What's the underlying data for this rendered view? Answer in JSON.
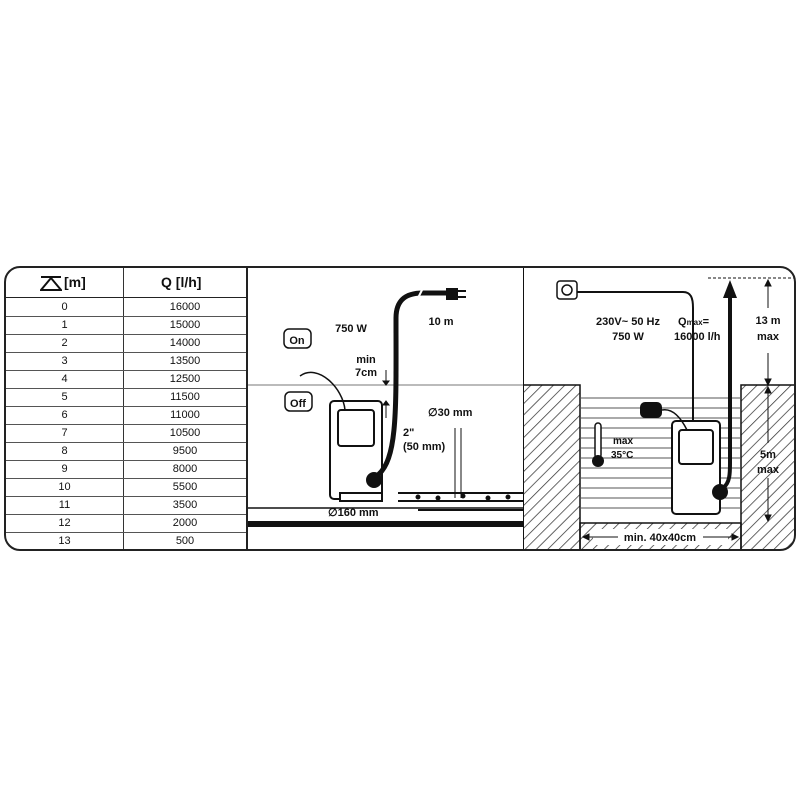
{
  "table": {
    "header_head_icon": "head-height-triangle-icon",
    "header_head_unit": "[m]",
    "header_flow": "Q [l/h]",
    "rows": [
      {
        "head": "0",
        "flow": "16000"
      },
      {
        "head": "1",
        "flow": "15000"
      },
      {
        "head": "2",
        "flow": "14000"
      },
      {
        "head": "3",
        "flow": "13500"
      },
      {
        "head": "4",
        "flow": "12500"
      },
      {
        "head": "5",
        "flow": "11500"
      },
      {
        "head": "6",
        "flow": "11000"
      },
      {
        "head": "7",
        "flow": "10500"
      },
      {
        "head": "8",
        "flow": "9500"
      },
      {
        "head": "9",
        "flow": "8000"
      },
      {
        "head": "10",
        "flow": "5500"
      },
      {
        "head": "11",
        "flow": "3500"
      },
      {
        "head": "12",
        "flow": "2000"
      },
      {
        "head": "13",
        "flow": "500"
      }
    ]
  },
  "install_diagram": {
    "power": "750 W",
    "cable": "10 m",
    "on_label": "On",
    "off_label": "Off",
    "min_level_1": "min",
    "min_level_2": "7cm",
    "hose_1": "2\"",
    "hose_2": "(50 mm)",
    "particle": "∅30 mm",
    "diameter": "∅160 mm",
    "icons": [
      "float-switch-icon",
      "plug-icon",
      "pump-icon",
      "gravel-icon"
    ]
  },
  "pit_diagram": {
    "voltage": "230V~ 50 Hz",
    "power": "750 W",
    "qmax_q": "Q",
    "qmax_sub": "max",
    "qmax_eq": "=",
    "qmax_value": "16000 l/h",
    "max_head_1": "13 m",
    "max_head_2": "max",
    "max_depth_1": "5m",
    "max_depth_2": "max",
    "temp_1": "max",
    "temp_2": "35°C",
    "pit_size": "min. 40x40cm",
    "icons": [
      "socket-icon",
      "thermometer-icon",
      "float-switch-icon",
      "pump-icon",
      "flow-arrow-icon"
    ]
  },
  "colors": {
    "ink": "#111111",
    "hatch": "#333333",
    "water_lines": "#555555"
  }
}
